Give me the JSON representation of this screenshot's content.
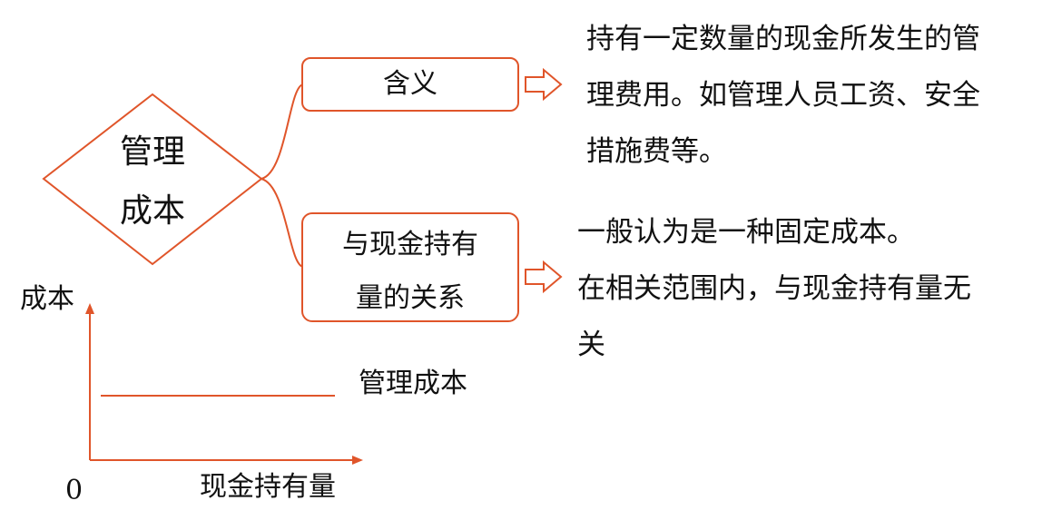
{
  "diagram": {
    "root": {
      "line1": "管理",
      "line2": "成本"
    },
    "meaning": {
      "label": "含义",
      "description": {
        "line1": "持有一定数量的现金所发生的管",
        "line2": "理费用。如管理人员工资、安全",
        "line3": "措施费等。"
      }
    },
    "relation": {
      "label_line1": "与现金持有",
      "label_line2": "量的关系",
      "description": {
        "line1": "一般认为是一种固定成本。",
        "line2": "在相关范围内，与现金持有量无",
        "line3": "关"
      }
    }
  },
  "graph": {
    "y_axis_label": "成本",
    "x_axis_label": "现金持有量",
    "origin_label": "0",
    "line_label": "管理成本"
  },
  "colors": {
    "accent": "#e0552a",
    "text": "#111111"
  }
}
